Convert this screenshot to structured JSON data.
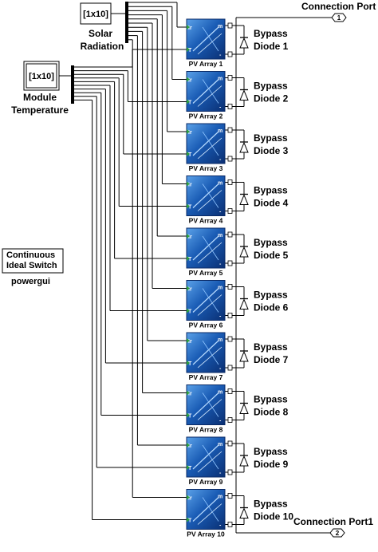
{
  "solar_block": {
    "value": "[1x10]",
    "label_line1": "Solar",
    "label_line2": "Radiation"
  },
  "temp_block": {
    "value": "[1x10]",
    "label_line1": "Module",
    "label_line2": "Temperature"
  },
  "powergui": {
    "line1": "Continuous",
    "line2": "Ideal Switch",
    "label": "powergui"
  },
  "connection_port_top": {
    "label": "Connection Port",
    "number": "1"
  },
  "connection_port_bottom": {
    "label": "Connection Port1",
    "number": "2"
  },
  "pv_arrays": [
    {
      "label": "PV Array 1"
    },
    {
      "label": "PV Array 2"
    },
    {
      "label": "PV Array 3"
    },
    {
      "label": "PV Array 4"
    },
    {
      "label": "PV Array 5"
    },
    {
      "label": "PV Array 6"
    },
    {
      "label": "PV Array 7"
    },
    {
      "label": "PV Array 8"
    },
    {
      "label": "PV Array 9"
    },
    {
      "label": "PV Array 10"
    }
  ],
  "bypass_diodes": [
    {
      "line1": "Bypass",
      "line2": "Diode 1"
    },
    {
      "line1": "Bypass",
      "line2": "Diode 2"
    },
    {
      "line1": "Bypass",
      "line2": "Diode 3"
    },
    {
      "line1": "Bypass",
      "line2": "Diode 4"
    },
    {
      "line1": "Bypass",
      "line2": "Diode 5"
    },
    {
      "line1": "Bypass",
      "line2": "Diode 6"
    },
    {
      "line1": "Bypass",
      "line2": "Diode 7"
    },
    {
      "line1": "Bypass",
      "line2": "Diode 8"
    },
    {
      "line1": "Bypass",
      "line2": "Diode 9"
    },
    {
      "line1": "Bypass",
      "line2": "Diode 10"
    }
  ],
  "pv_port_labels": {
    "irradiance": "Ir",
    "temperature": "T",
    "positive": "m",
    "negative": "-"
  },
  "colors": {
    "panel_dark": "#0b3f8f",
    "panel_light": "#3d86d6",
    "wire": "#000000",
    "port_green": "#2a9d3a"
  }
}
